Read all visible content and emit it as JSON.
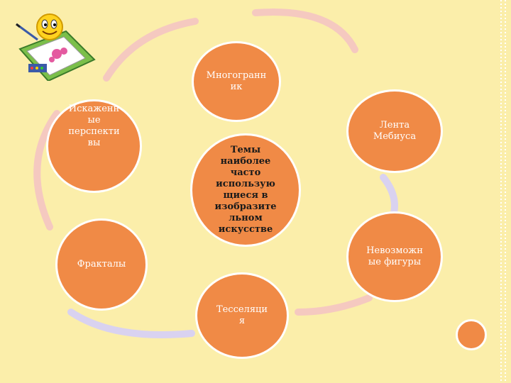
{
  "center": {
    "label": "Темы\nнаиболее\nчасто\nиспользую\nщиеся в\nизобразите\nльном\nискусстве"
  },
  "nodes": [
    {
      "id": "polyhedron",
      "label": "Многогранн\nик"
    },
    {
      "id": "mobius",
      "label": "Лента\nМебиуса"
    },
    {
      "id": "impossible",
      "label": "Невозможн\nые фигуры"
    },
    {
      "id": "tessellation",
      "label": "Тесселяци\nя"
    },
    {
      "id": "fractals",
      "label": "Фракталы"
    },
    {
      "id": "perspective",
      "label": "Искаженн\nые\nперспекти\nвы"
    }
  ],
  "colors": {
    "circle": "#f08a46",
    "background": "#fbeeaa",
    "ring": "#f5c9c0",
    "ring_accent": "#d9d2f0"
  },
  "icons": {
    "clipart": "smiley-artist-icon"
  }
}
